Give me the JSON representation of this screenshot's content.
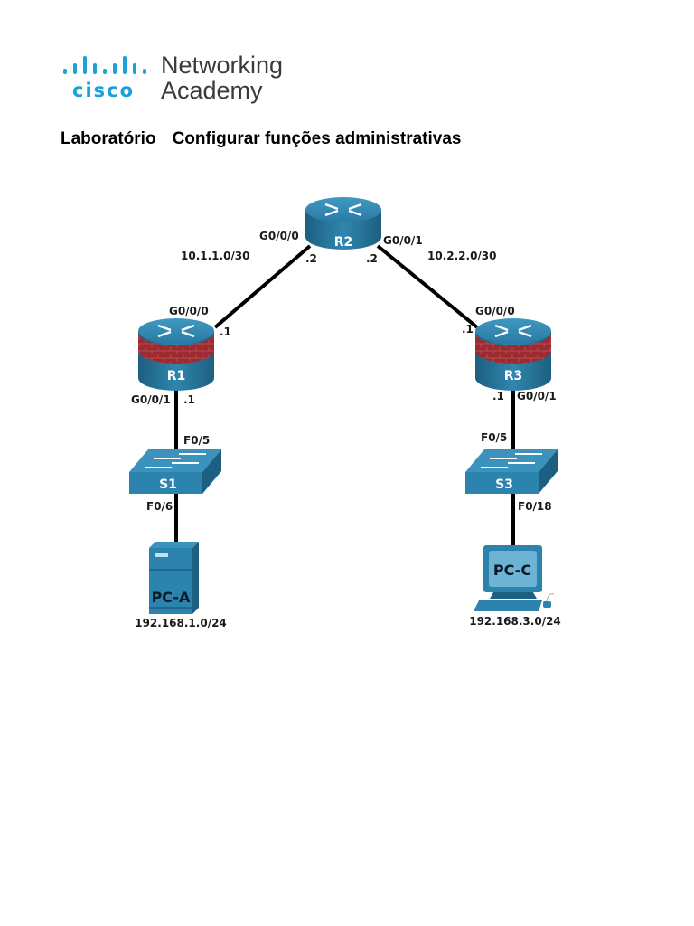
{
  "logo": {
    "brand": "cisco",
    "line1": "Networking",
    "line2": "Academy",
    "brand_color": "#1ba0d7"
  },
  "title": {
    "prefix": "Laboratório",
    "text": "Configurar funções administrativas"
  },
  "topology": {
    "colors": {
      "device_blue": "#2c7fa6",
      "device_dark": "#1d5f80",
      "firewall_red": "#9b2b30",
      "link": "#000000"
    },
    "devices": {
      "R2": {
        "label": "R2",
        "type": "router"
      },
      "R1": {
        "label": "R1",
        "type": "firewall-router"
      },
      "R3": {
        "label": "R3",
        "type": "firewall-router"
      },
      "S1": {
        "label": "S1",
        "type": "switch"
      },
      "S3": {
        "label": "S3",
        "type": "switch"
      },
      "PCA": {
        "label": "PC-A",
        "type": "pc-tower",
        "network": "192.168.1.0/24"
      },
      "PCC": {
        "label": "PC-C",
        "type": "pc-workstation",
        "network": "192.168.3.0/24"
      }
    },
    "networks": {
      "r1_r2": "10.1.1.0/30",
      "r2_r3": "10.2.2.0/30"
    },
    "interfaces": {
      "r2_left": "G0/0/0",
      "r2_left_host": ".2",
      "r2_right": "G0/0/1",
      "r2_right_host": ".2",
      "r1_top": "G0/0/0",
      "r1_top_host": ".1",
      "r1_bottom": "G0/0/1",
      "r1_bottom_host": ".1",
      "r3_top": "G0/0/0",
      "r3_top_host": ".1",
      "r3_bottom": "G0/0/1",
      "r3_bottom_host": ".1",
      "s1_up": "F0/5",
      "s1_down": "F0/6",
      "s3_up": "F0/5",
      "s3_down": "F0/18"
    }
  }
}
